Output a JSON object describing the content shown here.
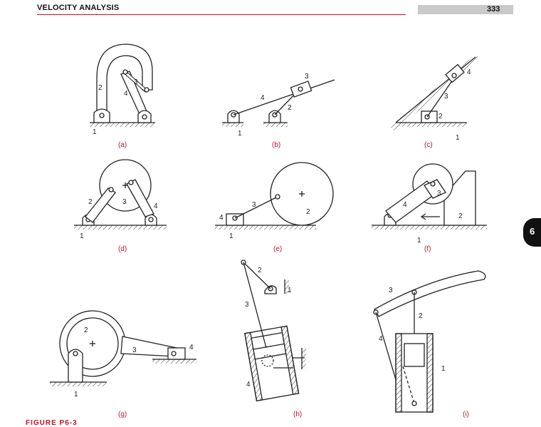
{
  "header": {
    "title": "VELOCITY ANALYSIS",
    "page_number": "333"
  },
  "chapter_tab": "6",
  "figure_caption": "FIGURE P6-3",
  "figures": [
    {
      "caption": "(a)",
      "labels": [
        "1",
        "2",
        "3",
        "4"
      ]
    },
    {
      "caption": "(b)",
      "labels": [
        "1",
        "2",
        "3",
        "4"
      ]
    },
    {
      "caption": "(c)",
      "labels": [
        "1",
        "2",
        "3",
        "4"
      ]
    },
    {
      "caption": "(d)",
      "labels": [
        "1",
        "2",
        "3",
        "4"
      ]
    },
    {
      "caption": "(e)",
      "labels": [
        "1",
        "2",
        "3",
        "4"
      ]
    },
    {
      "caption": "(f)",
      "labels": [
        "1",
        "2",
        "3",
        "4"
      ]
    },
    {
      "caption": "(g)",
      "labels": [
        "1",
        "2",
        "3",
        "4"
      ]
    },
    {
      "caption": "(h)",
      "labels": [
        "1",
        "2",
        "3",
        "4"
      ]
    },
    {
      "caption": "(i)",
      "labels": [
        "1",
        "2",
        "3",
        "4"
      ]
    }
  ],
  "colors": {
    "accent_red": "#c8102e",
    "caption_red": "#c8102e",
    "ink": "#222222",
    "page_bar": "#c9c9c9"
  }
}
